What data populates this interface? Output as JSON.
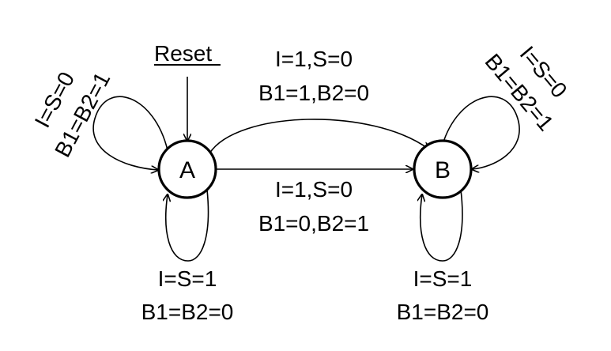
{
  "states": {
    "a": {
      "label": "A"
    },
    "b": {
      "label": "B"
    }
  },
  "reset": {
    "label": "Reset"
  },
  "transitions": {
    "a_self_top": {
      "line1": "I=S=0",
      "line2": "B1=B2=1"
    },
    "a_self_bottom": {
      "line1": "I=S=1",
      "line2": "B1=B2=0"
    },
    "a_to_b_curve": {
      "line1": "I=1,S=0",
      "line2": "B1=1,B2=0"
    },
    "a_to_b_straight": {
      "line1": "I=1,S=0",
      "line2": "B1=0,B2=1"
    },
    "b_self_top": {
      "line1": "I=S=0",
      "line2": "B1=B2=1"
    },
    "b_self_bottom": {
      "line1": "I=S=1",
      "line2": "B1=B2=0"
    }
  }
}
